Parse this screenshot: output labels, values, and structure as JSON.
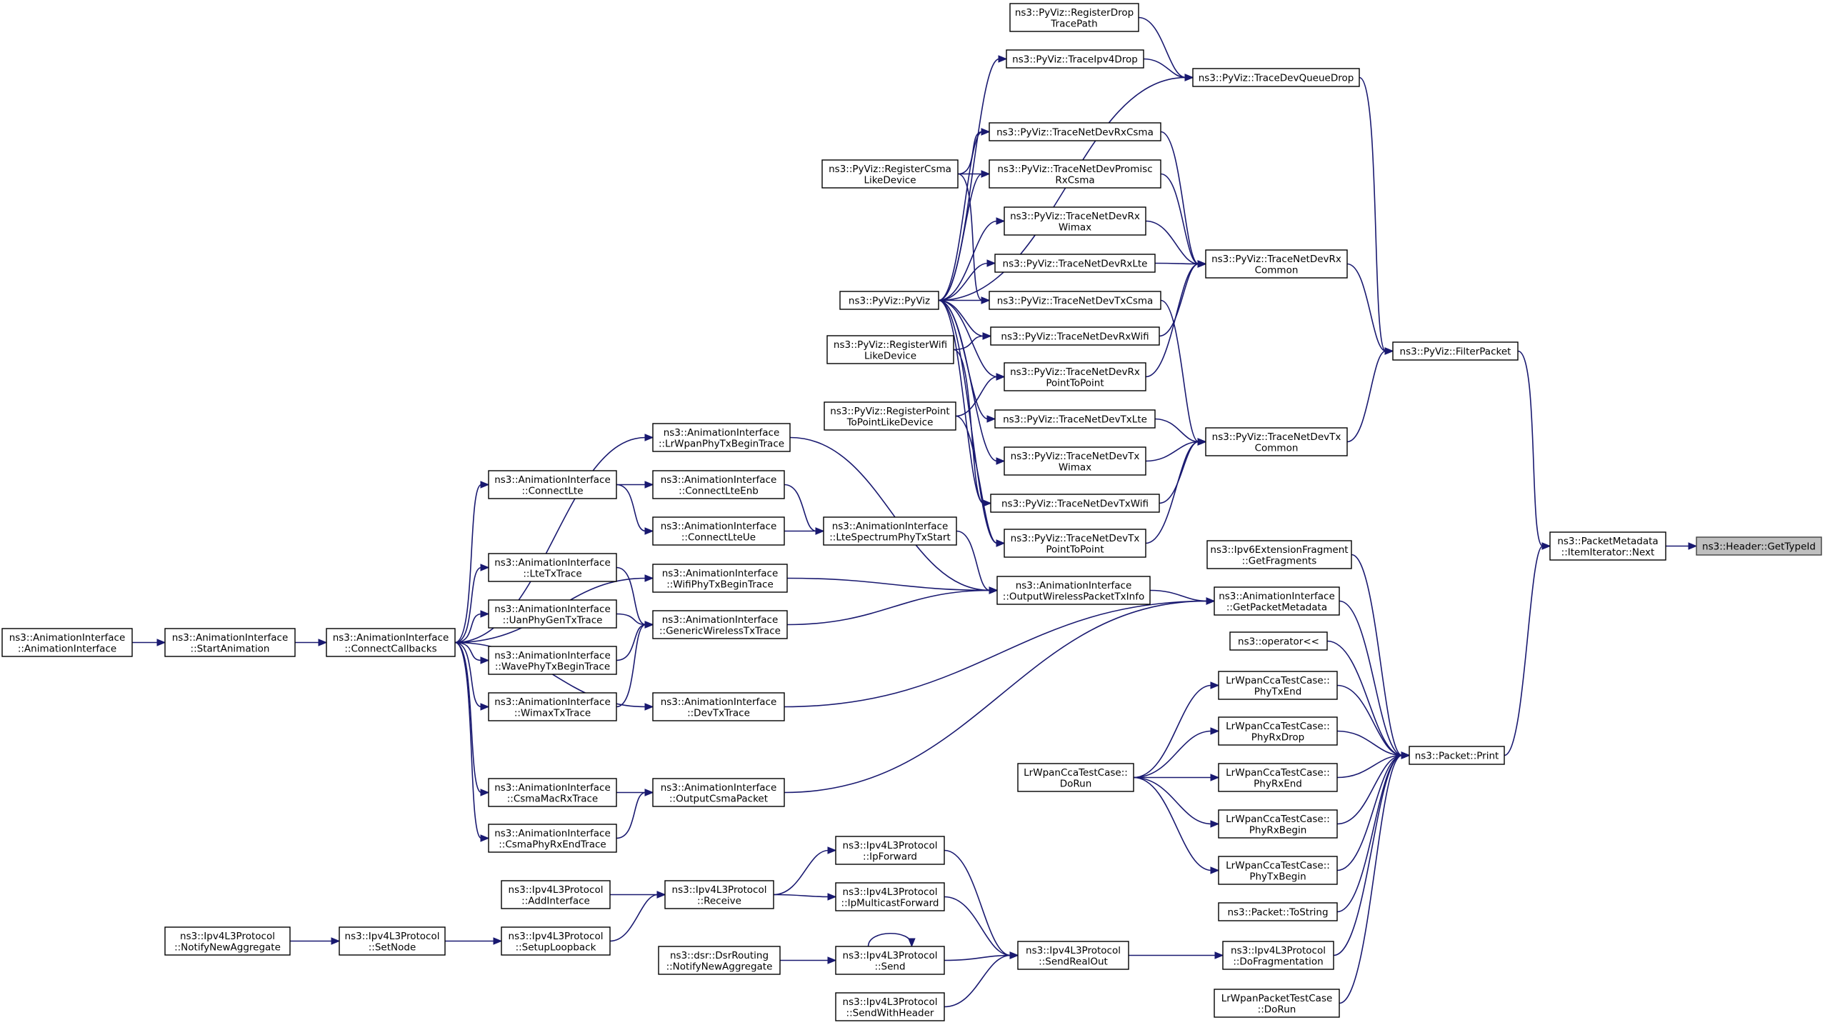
{
  "diagram": {
    "title": "",
    "focus_node": "ns3::Header::GetTypeId",
    "nodes": {
      "GetTypeId": [
        "ns3::Header::GetTypeId"
      ],
      "ItemNext": [
        "ns3::PacketMetadata",
        "::ItemIterator::Next"
      ],
      "FilterPacket": [
        "ns3::PyViz::FilterPacket"
      ],
      "PacketPrint": [
        "ns3::Packet::Print"
      ],
      "TraceDevQueueDrop": [
        "ns3::PyViz::TraceDevQueueDrop"
      ],
      "TraceNetDevRxCommon": [
        "ns3::PyViz::TraceNetDevRx",
        "Common"
      ],
      "TraceNetDevTxCommon": [
        "ns3::PyViz::TraceNetDevTx",
        "Common"
      ],
      "RegisterDropTracePath": [
        "ns3::PyViz::RegisterDrop",
        "TracePath"
      ],
      "TraceIpv4Drop": [
        "ns3::PyViz::TraceIpv4Drop"
      ],
      "TraceNetDevRxCsma": [
        "ns3::PyViz::TraceNetDevRxCsma"
      ],
      "TraceNetDevPromiscRxCsma": [
        "ns3::PyViz::TraceNetDevPromisc",
        "RxCsma"
      ],
      "TraceNetDevRxWimax": [
        "ns3::PyViz::TraceNetDevRx",
        "Wimax"
      ],
      "TraceNetDevRxLte": [
        "ns3::PyViz::TraceNetDevRxLte"
      ],
      "TraceNetDevTxCsma": [
        "ns3::PyViz::TraceNetDevTxCsma"
      ],
      "TraceNetDevRxWifi": [
        "ns3::PyViz::TraceNetDevRxWifi"
      ],
      "TraceNetDevRxP2P": [
        "ns3::PyViz::TraceNetDevRx",
        "PointToPoint"
      ],
      "TraceNetDevTxLte": [
        "ns3::PyViz::TraceNetDevTxLte"
      ],
      "TraceNetDevTxWimax": [
        "ns3::PyViz::TraceNetDevTx",
        "Wimax"
      ],
      "TraceNetDevTxWifi": [
        "ns3::PyViz::TraceNetDevTxWifi"
      ],
      "TraceNetDevTxP2P": [
        "ns3::PyViz::TraceNetDevTx",
        "PointToPoint"
      ],
      "RegisterCsma": [
        "ns3::PyViz::RegisterCsma",
        "LikeDevice"
      ],
      "PyVizPyViz": [
        "ns3::PyViz::PyViz"
      ],
      "RegisterWifi": [
        "ns3::PyViz::RegisterWifi",
        "LikeDevice"
      ],
      "RegisterP2P": [
        "ns3::PyViz::RegisterPoint",
        "ToPointLikeDevice"
      ],
      "LrWpanPhyTxBeginTrace": [
        "ns3::AnimationInterface",
        "::LrWpanPhyTxBeginTrace"
      ],
      "ConnectLte": [
        "ns3::AnimationInterface",
        "::ConnectLte"
      ],
      "ConnectLteEnb": [
        "ns3::AnimationInterface",
        "::ConnectLteEnb"
      ],
      "ConnectLteUe": [
        "ns3::AnimationInterface",
        "::ConnectLteUe"
      ],
      "LteSpectrumPhyTxStart": [
        "ns3::AnimationInterface",
        "::LteSpectrumPhyTxStart"
      ],
      "LteTxTrace": [
        "ns3::AnimationInterface",
        "::LteTxTrace"
      ],
      "WifiPhyTxBeginTrace": [
        "ns3::AnimationInterface",
        "::WifiPhyTxBeginTrace"
      ],
      "UanPhyGenTxTrace": [
        "ns3::AnimationInterface",
        "::UanPhyGenTxTrace"
      ],
      "GenericWirelessTxTrace": [
        "ns3::AnimationInterface",
        "::GenericWirelessTxTrace"
      ],
      "WavePhyTxBeginTrace": [
        "ns3::AnimationInterface",
        "::WavePhyTxBeginTrace"
      ],
      "WimaxTxTrace": [
        "ns3::AnimationInterface",
        "::WimaxTxTrace"
      ],
      "DevTxTrace": [
        "ns3::AnimationInterface",
        "::DevTxTrace"
      ],
      "OutputWirelessPacketTxInfo": [
        "ns3::AnimationInterface",
        "::OutputWirelessPacketTxInfo"
      ],
      "GetPacketMetadata": [
        "ns3::AnimationInterface",
        "::GetPacketMetadata"
      ],
      "CsmaMacRxTrace": [
        "ns3::AnimationInterface",
        "::CsmaMacRxTrace"
      ],
      "OutputCsmaPacket": [
        "ns3::AnimationInterface",
        "::OutputCsmaPacket"
      ],
      "CsmaPhyRxEndTrace": [
        "ns3::AnimationInterface",
        "::CsmaPhyRxEndTrace"
      ],
      "ConnectCallbacks": [
        "ns3::AnimationInterface",
        "::ConnectCallbacks"
      ],
      "StartAnimation": [
        "ns3::AnimationInterface",
        "::StartAnimation"
      ],
      "AnimCtor": [
        "ns3::AnimationInterface",
        "::AnimationInterface"
      ],
      "Ipv6GetFragments": [
        "ns3::Ipv6ExtensionFragment",
        "::GetFragments"
      ],
      "OperatorLtLt": [
        "ns3::operator<<"
      ],
      "CcaPhyTxEnd": [
        "LrWpanCcaTestCase::",
        "PhyTxEnd"
      ],
      "CcaPhyRxDrop": [
        "LrWpanCcaTestCase::",
        "PhyRxDrop"
      ],
      "CcaPhyRxEnd": [
        "LrWpanCcaTestCase::",
        "PhyRxEnd"
      ],
      "CcaPhyRxBegin": [
        "LrWpanCcaTestCase::",
        "PhyRxBegin"
      ],
      "CcaPhyTxBegin": [
        "LrWpanCcaTestCase::",
        "PhyTxBegin"
      ],
      "CcaDoRun": [
        "LrWpanCcaTestCase::",
        "DoRun"
      ],
      "PacketToString": [
        "ns3::Packet::ToString"
      ],
      "DoFragmentation": [
        "ns3::Ipv4L3Protocol",
        "::DoFragmentation"
      ],
      "PktTestDoRun": [
        "LrWpanPacketTestCase",
        "::DoRun"
      ],
      "IpForward": [
        "ns3::Ipv4L3Protocol",
        "::IpForward"
      ],
      "IpMulticastForward": [
        "ns3::Ipv4L3Protocol",
        "::IpMulticastForward"
      ],
      "Ipv4Send": [
        "ns3::Ipv4L3Protocol",
        "::Send"
      ],
      "SendWithHeader": [
        "ns3::Ipv4L3Protocol",
        "::SendWithHeader"
      ],
      "SendRealOut": [
        "ns3::Ipv4L3Protocol",
        "::SendRealOut"
      ],
      "Ipv4Receive": [
        "ns3::Ipv4L3Protocol",
        "::Receive"
      ],
      "AddInterface": [
        "ns3::Ipv4L3Protocol",
        "::AddInterface"
      ],
      "SetupLoopback": [
        "ns3::Ipv4L3Protocol",
        "::SetupLoopback"
      ],
      "SetNode": [
        "ns3::Ipv4L3Protocol",
        "::SetNode"
      ],
      "NotifyNewAggregate": [
        "ns3::Ipv4L3Protocol",
        "::NotifyNewAggregate"
      ],
      "DsrNotify": [
        "ns3::dsr::DsrRouting",
        "::NotifyNewAggregate"
      ]
    },
    "edges": [
      [
        "ItemNext",
        "GetTypeId"
      ],
      [
        "FilterPacket",
        "ItemNext"
      ],
      [
        "PacketPrint",
        "ItemNext"
      ],
      [
        "TraceDevQueueDrop",
        "FilterPacket"
      ],
      [
        "TraceNetDevRxCommon",
        "FilterPacket"
      ],
      [
        "TraceNetDevTxCommon",
        "FilterPacket"
      ],
      [
        "RegisterDropTracePath",
        "TraceDevQueueDrop"
      ],
      [
        "TraceIpv4Drop",
        "TraceDevQueueDrop"
      ],
      [
        "PyVizPyViz",
        "TraceDevQueueDrop"
      ],
      [
        "PyVizPyViz",
        "TraceIpv4Drop"
      ],
      [
        "TraceNetDevRxCsma",
        "TraceNetDevRxCommon"
      ],
      [
        "TraceNetDevPromiscRxCsma",
        "TraceNetDevRxCommon"
      ],
      [
        "TraceNetDevRxWimax",
        "TraceNetDevRxCommon"
      ],
      [
        "TraceNetDevRxLte",
        "TraceNetDevRxCommon"
      ],
      [
        "TraceNetDevRxWifi",
        "TraceNetDevRxCommon"
      ],
      [
        "TraceNetDevRxP2P",
        "TraceNetDevRxCommon"
      ],
      [
        "TraceNetDevTxCsma",
        "TraceNetDevTxCommon"
      ],
      [
        "TraceNetDevTxLte",
        "TraceNetDevTxCommon"
      ],
      [
        "TraceNetDevTxWimax",
        "TraceNetDevTxCommon"
      ],
      [
        "TraceNetDevTxWifi",
        "TraceNetDevTxCommon"
      ],
      [
        "TraceNetDevTxP2P",
        "TraceNetDevTxCommon"
      ],
      [
        "RegisterCsma",
        "TraceNetDevRxCsma"
      ],
      [
        "RegisterCsma",
        "TraceNetDevPromiscRxCsma"
      ],
      [
        "RegisterCsma",
        "TraceNetDevTxCsma"
      ],
      [
        "PyVizPyViz",
        "TraceNetDevRxCsma"
      ],
      [
        "PyVizPyViz",
        "TraceNetDevPromiscRxCsma"
      ],
      [
        "PyVizPyViz",
        "TraceNetDevRxWimax"
      ],
      [
        "PyVizPyViz",
        "TraceNetDevRxLte"
      ],
      [
        "PyVizPyViz",
        "TraceNetDevTxCsma"
      ],
      [
        "PyVizPyViz",
        "TraceNetDevRxWifi"
      ],
      [
        "PyVizPyViz",
        "TraceNetDevRxP2P"
      ],
      [
        "PyVizPyViz",
        "TraceNetDevTxLte"
      ],
      [
        "PyVizPyViz",
        "TraceNetDevTxWimax"
      ],
      [
        "PyVizPyViz",
        "TraceNetDevTxWifi"
      ],
      [
        "PyVizPyViz",
        "TraceNetDevTxP2P"
      ],
      [
        "RegisterWifi",
        "TraceNetDevRxWifi"
      ],
      [
        "RegisterWifi",
        "TraceNetDevTxWifi"
      ],
      [
        "RegisterP2P",
        "TraceNetDevRxP2P"
      ],
      [
        "RegisterP2P",
        "TraceNetDevTxP2P"
      ],
      [
        "GetPacketMetadata",
        "PacketPrint"
      ],
      [
        "Ipv6GetFragments",
        "PacketPrint"
      ],
      [
        "OperatorLtLt",
        "PacketPrint"
      ],
      [
        "CcaPhyTxEnd",
        "PacketPrint"
      ],
      [
        "CcaPhyRxDrop",
        "PacketPrint"
      ],
      [
        "CcaPhyRxEnd",
        "PacketPrint"
      ],
      [
        "CcaPhyRxBegin",
        "PacketPrint"
      ],
      [
        "CcaPhyTxBegin",
        "PacketPrint"
      ],
      [
        "PacketToString",
        "PacketPrint"
      ],
      [
        "DoFragmentation",
        "PacketPrint"
      ],
      [
        "PktTestDoRun",
        "PacketPrint"
      ],
      [
        "CcaDoRun",
        "CcaPhyTxEnd"
      ],
      [
        "CcaDoRun",
        "CcaPhyRxDrop"
      ],
      [
        "CcaDoRun",
        "CcaPhyRxEnd"
      ],
      [
        "CcaDoRun",
        "CcaPhyRxBegin"
      ],
      [
        "CcaDoRun",
        "CcaPhyTxBegin"
      ],
      [
        "SendRealOut",
        "DoFragmentation"
      ],
      [
        "IpForward",
        "SendRealOut"
      ],
      [
        "IpMulticastForward",
        "SendRealOut"
      ],
      [
        "Ipv4Send",
        "SendRealOut"
      ],
      [
        "SendWithHeader",
        "SendRealOut"
      ],
      [
        "Ipv4Send",
        "Ipv4Send"
      ],
      [
        "DsrNotify",
        "Ipv4Send"
      ],
      [
        "Ipv4Receive",
        "IpForward"
      ],
      [
        "Ipv4Receive",
        "IpMulticastForward"
      ],
      [
        "AddInterface",
        "Ipv4Receive"
      ],
      [
        "SetupLoopback",
        "Ipv4Receive"
      ],
      [
        "SetNode",
        "SetupLoopback"
      ],
      [
        "NotifyNewAggregate",
        "SetNode"
      ],
      [
        "OutputWirelessPacketTxInfo",
        "GetPacketMetadata"
      ],
      [
        "OutputCsmaPacket",
        "GetPacketMetadata"
      ],
      [
        "DevTxTrace",
        "GetPacketMetadata"
      ],
      [
        "LrWpanPhyTxBeginTrace",
        "OutputWirelessPacketTxInfo"
      ],
      [
        "LteSpectrumPhyTxStart",
        "OutputWirelessPacketTxInfo"
      ],
      [
        "WifiPhyTxBeginTrace",
        "OutputWirelessPacketTxInfo"
      ],
      [
        "GenericWirelessTxTrace",
        "OutputWirelessPacketTxInfo"
      ],
      [
        "ConnectLteEnb",
        "LteSpectrumPhyTxStart"
      ],
      [
        "ConnectLteUe",
        "LteSpectrumPhyTxStart"
      ],
      [
        "ConnectLte",
        "ConnectLteEnb"
      ],
      [
        "ConnectLte",
        "ConnectLteUe"
      ],
      [
        "LteTxTrace",
        "GenericWirelessTxTrace"
      ],
      [
        "UanPhyGenTxTrace",
        "GenericWirelessTxTrace"
      ],
      [
        "WavePhyTxBeginTrace",
        "GenericWirelessTxTrace"
      ],
      [
        "WimaxTxTrace",
        "GenericWirelessTxTrace"
      ],
      [
        "CsmaMacRxTrace",
        "OutputCsmaPacket"
      ],
      [
        "CsmaPhyRxEndTrace",
        "OutputCsmaPacket"
      ],
      [
        "ConnectCallbacks",
        "LrWpanPhyTxBeginTrace"
      ],
      [
        "ConnectCallbacks",
        "ConnectLte"
      ],
      [
        "ConnectCallbacks",
        "LteTxTrace"
      ],
      [
        "ConnectCallbacks",
        "WifiPhyTxBeginTrace"
      ],
      [
        "ConnectCallbacks",
        "UanPhyGenTxTrace"
      ],
      [
        "ConnectCallbacks",
        "WavePhyTxBeginTrace"
      ],
      [
        "ConnectCallbacks",
        "WimaxTxTrace"
      ],
      [
        "ConnectCallbacks",
        "DevTxTrace"
      ],
      [
        "ConnectCallbacks",
        "CsmaMacRxTrace"
      ],
      [
        "ConnectCallbacks",
        "CsmaPhyRxEndTrace"
      ],
      [
        "StartAnimation",
        "ConnectCallbacks"
      ],
      [
        "AnimCtor",
        "StartAnimation"
      ]
    ]
  }
}
